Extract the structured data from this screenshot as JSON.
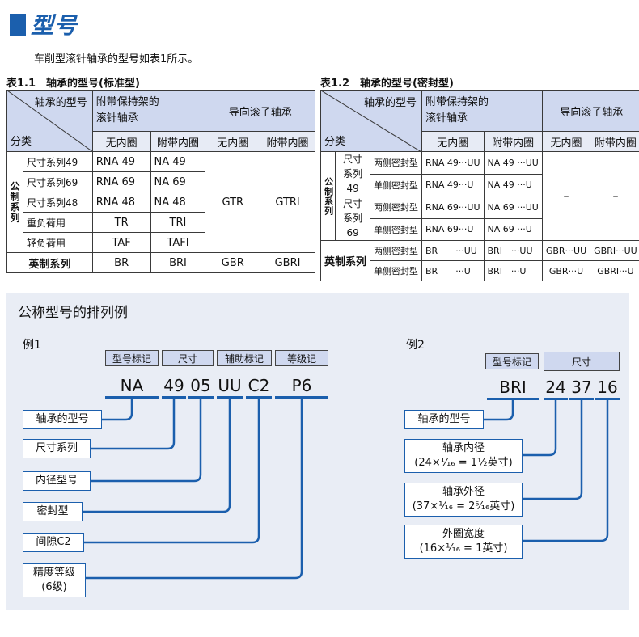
{
  "title": "型号",
  "intro": "车削型滚针轴承的型号如表1所示。",
  "colors": {
    "accent": "#1b5fad",
    "header_fill": "#cfd8ef",
    "panel": "#e9edf5"
  },
  "table1": {
    "caption": "表1.1　轴承的型号(标准型)",
    "corner_top": "轴承的型号",
    "corner_bottom": "分类",
    "group1": "附带保持架的\n滚针轴承",
    "group2": "导向滚子轴承",
    "cols": [
      "无内圈",
      "附带内圈",
      "无内圈",
      "附带内圈"
    ],
    "metric_label": "公制系列",
    "rows": [
      {
        "label": "尺寸系列49",
        "c1": "RNA 49",
        "c2": "NA 49"
      },
      {
        "label": "尺寸系列69",
        "c1": "RNA 69",
        "c2": "NA 69"
      },
      {
        "label": "尺寸系列48",
        "c1": "RNA 48",
        "c2": "NA 48"
      },
      {
        "label": "重负荷用",
        "c1": "TR",
        "c2": "TRI"
      },
      {
        "label": "轻负荷用",
        "c1": "TAF",
        "c2": "TAFI"
      }
    ],
    "metric_c3": "GTR",
    "metric_c4": "GTRI",
    "inch_label": "英制系列",
    "inch": [
      "BR",
      "BRI",
      "GBR",
      "GBRI"
    ]
  },
  "table2": {
    "caption": "表1.2　轴承的型号(密封型)",
    "corner_top": "轴承的型号",
    "corner_bottom": "分类",
    "group1": "附带保持架的\n滚针轴承",
    "group2": "导向滚子轴承",
    "cols": [
      "无内圈",
      "附带内圈",
      "无内圈",
      "附带内圈"
    ],
    "metric_label": "公制系列",
    "series49": "尺寸\n系列49",
    "series69": "尺寸\n系列69",
    "rows": [
      {
        "seal": "两侧密封型",
        "c1": "RNA 49···UU",
        "c2": "NA 49 ···UU"
      },
      {
        "seal": "单侧密封型",
        "c1": "RNA 49···U",
        "c2": "NA 49 ···U"
      },
      {
        "seal": "两侧密封型",
        "c1": "RNA 69···UU",
        "c2": "NA 69 ···UU"
      },
      {
        "seal": "单侧密封型",
        "c1": "RNA 69···U",
        "c2": "NA 69 ···U"
      }
    ],
    "dash": "–",
    "inch_label": "英制系列",
    "inch_rows": [
      {
        "seal": "两侧密封型",
        "c1": "BR　　···UU",
        "c2": "BRI　···UU",
        "c3": "GBR···UU",
        "c4": "GBRI···UU"
      },
      {
        "seal": "单侧密封型",
        "c1": "BR　　···U",
        "c2": "BRI　···U",
        "c3": "GBR···U",
        "c4": "GBRI···U"
      }
    ]
  },
  "section": {
    "title": "公称型号的排列例",
    "example1": {
      "label": "例1",
      "tags": [
        "型号标记",
        "尺寸",
        "辅助标记",
        "等级记"
      ],
      "codes": [
        "NA",
        "49",
        "05",
        "UU",
        "C2",
        "P6"
      ],
      "labels": [
        "轴承的型号",
        "尺寸系列",
        "内径型号",
        "密封型",
        "间隙C2",
        "精度等级\n(6级)"
      ]
    },
    "example2": {
      "label": "例2",
      "tags": [
        "型号标记",
        "尺寸"
      ],
      "codes": [
        "BRI",
        "24",
        "37",
        "16"
      ],
      "labels": [
        "轴承的型号",
        "轴承内径\n(24×¹⁄₁₆ = 1½英寸)",
        "轴承外径\n(37×¹⁄₁₆ = 2⁵⁄₁₆英寸)",
        "外圈宽度\n(16×¹⁄₁₆ = 1英寸)"
      ]
    }
  }
}
